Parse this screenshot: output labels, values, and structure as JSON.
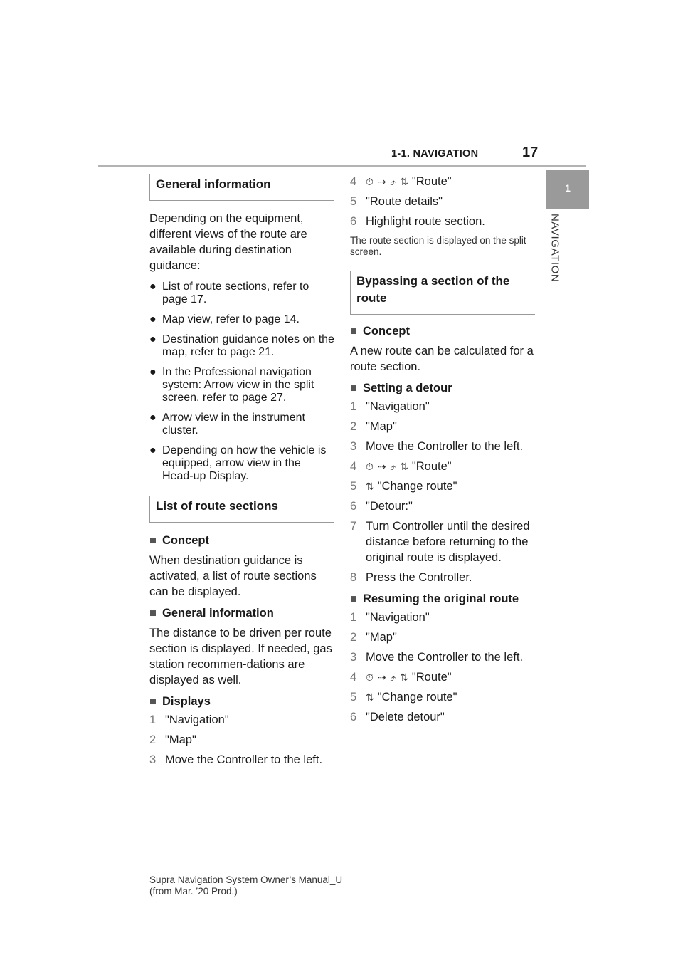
{
  "header": {
    "section": "1-1. NAVIGATION",
    "page": "17"
  },
  "tab": {
    "num": "1",
    "label": "NAVIGATION"
  },
  "col1": {
    "general_head": "General information",
    "intro": "Depending on the equipment, different views of the route are available during destination guidance:",
    "bullets": [
      "List of route sections, refer to page 17.",
      "Map view, refer to page 14.",
      "Destination guidance notes on the map, refer to page 21.",
      "In the Professional navigation system: Arrow view in the split screen, refer to page 27.",
      "Arrow view in the instrument cluster.",
      "Depending on how the vehicle is equipped, arrow view in the Head-up Display."
    ],
    "list_head": "List of route sections",
    "concept": "Concept",
    "concept_text": "When destination guidance is activated, a list of route sections can be displayed.",
    "geninfo": "General information",
    "geninfo_text": "The distance to be driven per route section is displayed. If needed, gas station recommen-dations are displayed as well.",
    "displays": "Displays",
    "steps": [
      {
        "n": "1",
        "t": "\"Navigation\""
      },
      {
        "n": "2",
        "t": "\"Map\""
      },
      {
        "n": "3",
        "t": "Move the Controller to the left."
      }
    ]
  },
  "col2": {
    "steps_top": [
      {
        "n": "4",
        "t": "\"Route\""
      },
      {
        "n": "5",
        "t": "\"Route details\""
      },
      {
        "n": "6",
        "t": "Highlight route section."
      }
    ],
    "note": "The route section is displayed on the split screen.",
    "bypass_head": "Bypassing a section of the route",
    "concept": "Concept",
    "concept_text": "A new route can be calculated for a route section.",
    "detour": "Setting a detour",
    "detour_steps": [
      {
        "n": "1",
        "t": "\"Navigation\""
      },
      {
        "n": "2",
        "t": "\"Map\""
      },
      {
        "n": "3",
        "t": "Move the Controller to the left."
      },
      {
        "n": "4",
        "t": "\"Route\""
      },
      {
        "n": "5",
        "t": "\"Change route\""
      },
      {
        "n": "6",
        "t": "\"Detour:\""
      },
      {
        "n": "7",
        "t": "Turn Controller until the desired distance before returning to the original route is displayed."
      },
      {
        "n": "8",
        "t": "Press the Controller."
      }
    ],
    "resume": "Resuming the original route",
    "resume_steps": [
      {
        "n": "1",
        "t": "\"Navigation\""
      },
      {
        "n": "2",
        "t": "\"Map\""
      },
      {
        "n": "3",
        "t": "Move the Controller to the left."
      },
      {
        "n": "4",
        "t": "\"Route\""
      },
      {
        "n": "5",
        "t": "\"Change route\""
      },
      {
        "n": "6",
        "t": "\"Delete detour\""
      }
    ]
  },
  "footer": {
    "line1": "Supra Navigation System Owner’s Manual_U",
    "line2": "(from Mar. ’20 Prod.)"
  }
}
